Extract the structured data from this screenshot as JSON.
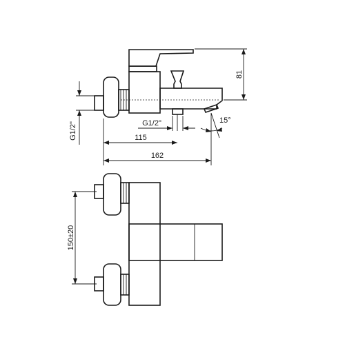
{
  "dimensions": {
    "height_top": "81",
    "thread_side": "G1/2\"",
    "thread_spout": "G1/2\"",
    "length_inlet": "115",
    "length_total": "162",
    "spout_angle": "15°",
    "inlet_spacing": "150±20"
  },
  "colors": {
    "line": "#1a1a1a",
    "background": "#ffffff"
  }
}
